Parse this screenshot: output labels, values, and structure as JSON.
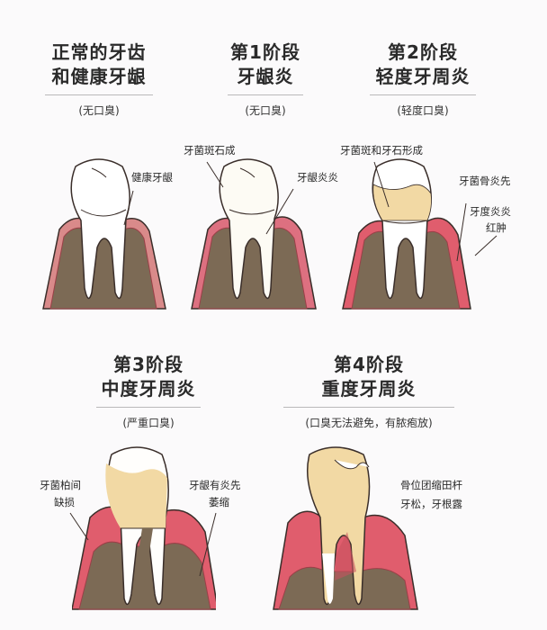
{
  "colors": {
    "background": "#fbfafb",
    "bone": "#7c6a55",
    "gum_healthy": "#d98a8a",
    "gum_inflamed": "#df5f6e",
    "enamel": "#ffffff",
    "calculus": "#f2d9a4",
    "outline": "#3a2e2a",
    "rule": "#b9b9b9"
  },
  "stages": [
    {
      "id": "normal",
      "title_line1": "正常的牙齿",
      "title_line2": "和健康牙龈",
      "subtitle": "(无口臭)",
      "labels": [
        "健康牙龈"
      ]
    },
    {
      "id": "stage1",
      "title_line1": "第1阶段",
      "title_line2": "牙龈炎",
      "subtitle": "(无口臭)",
      "labels": [
        "牙菌斑石成",
        "牙龈炎炎"
      ]
    },
    {
      "id": "stage2",
      "title_line1": "第2阶段",
      "title_line2": "轻度牙周炎",
      "subtitle": "(轻度口臭)",
      "labels": [
        "牙菌斑和牙石形成",
        "牙菌骨炎先",
        "牙度炎炎",
        "红肿"
      ]
    },
    {
      "id": "stage3",
      "title_line1": "第3阶段",
      "title_line2": "中度牙周炎",
      "subtitle": "(严重口臭)",
      "labels": [
        "牙菌柏间",
        "缺损",
        "牙龈有炎先",
        "萎缩"
      ]
    },
    {
      "id": "stage4",
      "title_line1": "第4阶段",
      "title_line2": "重度牙周炎",
      "subtitle": "(口臭无法避免，有脓疱放)",
      "labels": [
        "骨位团缩田杆",
        "牙松，牙根露"
      ]
    }
  ]
}
